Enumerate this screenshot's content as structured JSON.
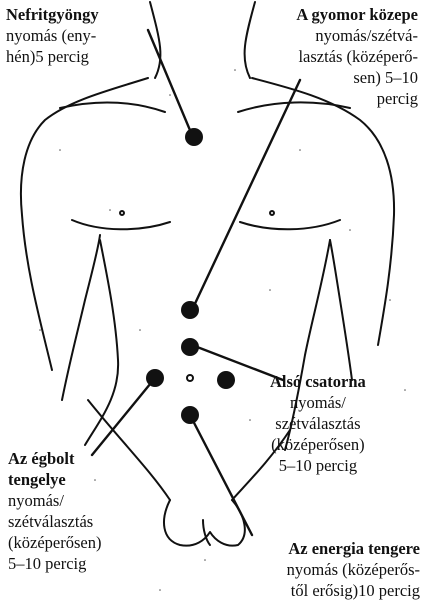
{
  "points": [
    {
      "id": "nefritgyongy",
      "title": "Nefritgyöngy",
      "lines": [
        "nyomás (eny-",
        "hén)5 percig"
      ]
    },
    {
      "id": "gyomor",
      "title": "A gyomor közepe",
      "lines": [
        "nyomás/szétvá-",
        "lasztás (középerő-",
        "sen) 5–10",
        "percig"
      ]
    },
    {
      "id": "also-csatorna",
      "title": "Alsó csatorna",
      "lines": [
        "nyomás/",
        "szétválasztás",
        "(középerősen)",
        "5–10 percig"
      ]
    },
    {
      "id": "egbolt",
      "title": "Az égbolt",
      "lines": [
        "tengelye",
        "nyomás/",
        "szétválasztás",
        "(középerősen)",
        "5–10 percig"
      ]
    },
    {
      "id": "energia",
      "title": "Az energia tengere",
      "lines": [
        "nyomás (középerős-",
        "től erősig)10 percig"
      ]
    }
  ],
  "colors": {
    "ink": "#111111",
    "paper": "#ffffff"
  }
}
